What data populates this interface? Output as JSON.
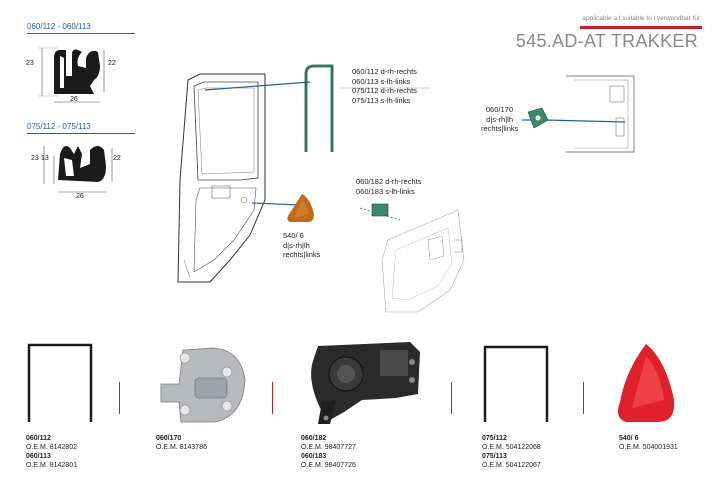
{
  "header": {
    "applicability": "applicable a l suitable to l verwendbar für:",
    "title": "545.AD-AT TRAKKER"
  },
  "profiles": [
    {
      "label": "060/112 - 060/113",
      "dim_left": "23",
      "dim_right": "22",
      "dim_bottom": "26"
    },
    {
      "label": "075/112 - 075/113",
      "dim_left_outer": "23",
      "dim_left_inner": "13",
      "dim_right": "22",
      "dim_bottom": "26"
    }
  ],
  "callouts": {
    "seal": [
      "060/112 d-rh-rechts",
      "060/113 s-lh-links",
      "075/112 d-rh-rechts",
      "075/113 s-lh-links"
    ],
    "reflector": [
      "540/  6",
      "d|s-rh|lh",
      "rechts|links"
    ],
    "lock": [
      "060/182 d-rh-rechts",
      "060/183 s-lh-links"
    ],
    "striker": [
      "060/170",
      "d|s-rh|lh",
      "rechts|links"
    ]
  },
  "products": [
    {
      "lines": [
        {
          "code": "060/112",
          "oem": "O.E.M. 8142802"
        },
        {
          "code": "060/113",
          "oem": "O.E.M. 8142801"
        }
      ]
    },
    {
      "lines": [
        {
          "code": "060/170",
          "oem": "O.E.M. 8143786"
        }
      ]
    },
    {
      "lines": [
        {
          "code": "060/182",
          "oem": "O.E.M. 98407727"
        },
        {
          "code": "060/183",
          "oem": "O.E.M. 98407726"
        }
      ]
    },
    {
      "lines": [
        {
          "code": "075/112",
          "oem": "O.E.M. 504122068"
        },
        {
          "code": "075/113",
          "oem": "O.E.M. 504122067"
        }
      ]
    },
    {
      "lines": [
        {
          "code": "540/  6",
          "oem": "O.E.M. 504001931"
        }
      ]
    }
  ],
  "colors": {
    "accent_blue": "#1f5fa8",
    "accent_red": "#c81e2a",
    "reflector_red": "#e0202a",
    "reflector_amber": "#c06a1a",
    "seal_green": "#3a8a6a"
  }
}
